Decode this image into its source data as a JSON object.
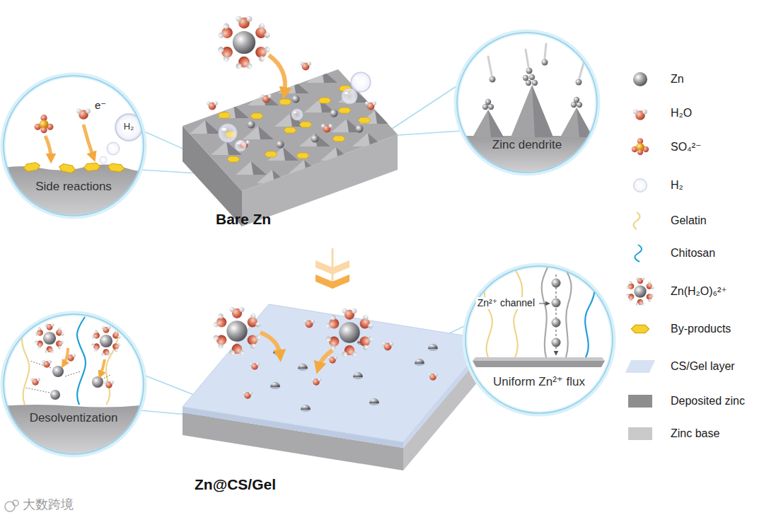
{
  "diagram": {
    "nodes": [
      {
        "text": [
          "Side reactions"
        ]
      },
      {
        "text": [
          "Bare Zn"
        ]
      },
      {
        "text": [
          "Zinc dendrite"
        ]
      },
      {
        "text": [
          "Desolventization"
        ]
      },
      {
        "text": [
          "Zn@CS/Gel"
        ]
      },
      {
        "text": [
          "Uniform Zn²⁺ flux"
        ]
      }
    ],
    "edges": [
      {
        "from": 1,
        "to": 4,
        "arrow": "to"
      }
    ],
    "labels": [
      "e⁻",
      "H₂",
      "Zn²⁺ channel",
      "大数跨境"
    ],
    "legend": [
      {
        "text": "Zn"
      },
      {
        "text": "H₂O"
      },
      {
        "text": "SO₄²⁻"
      },
      {
        "text": "H₂"
      },
      {
        "text": "Gelatin"
      },
      {
        "text": "Chitosan"
      },
      {
        "text": "Zn(H₂O)₆²⁺"
      },
      {
        "text": "By-products"
      },
      {
        "text": "CS/Gel layer",
        "color": "#d6e2f3"
      },
      {
        "text": "Deposited zinc",
        "color": "#8e8e91"
      },
      {
        "text": "Zinc base",
        "color": "#c9c9cb"
      }
    ]
  }
}
